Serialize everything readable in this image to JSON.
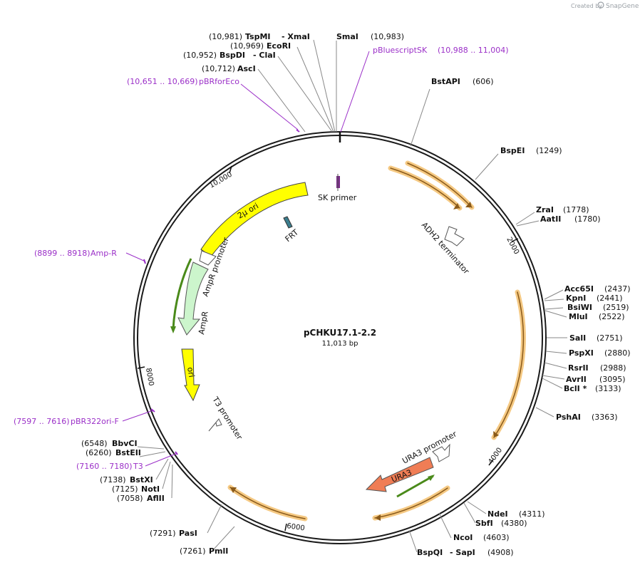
{
  "credit": {
    "prefix": "Created by",
    "brand": "SnapGene"
  },
  "plasmid": {
    "name": "pCHKU17.1-2.2",
    "length": "11,013 bp"
  },
  "ruler": [
    "10,000",
    "2000",
    "4000",
    "6000",
    "8000"
  ],
  "sites": [
    {
      "id": "tspmi",
      "pos": "(10,981)",
      "name": "TspMI",
      "suffix": "- XmaI"
    },
    {
      "id": "ecori",
      "pos": "(10,969)",
      "name": "EcoRI",
      "suffix": ""
    },
    {
      "id": "bspdi",
      "pos": "(10,952)",
      "name": "BspDI",
      "suffix": "- ClaI"
    },
    {
      "id": "asci",
      "pos": "(10,712)",
      "name": "AscI",
      "suffix": ""
    },
    {
      "id": "smai",
      "name": "SmaI",
      "pos": "(10,983)"
    },
    {
      "id": "bstapi",
      "name": "BstAPI",
      "pos": "(606)"
    },
    {
      "id": "bspei",
      "name": "BspEI",
      "pos": "(1249)"
    },
    {
      "id": "zrai",
      "name": "ZraI",
      "pos": "(1778)"
    },
    {
      "id": "aatii",
      "name": "AatII",
      "pos": "(1780)"
    },
    {
      "id": "acc65i",
      "name": "Acc65I",
      "pos": "(2437)"
    },
    {
      "id": "kpni",
      "name": "KpnI",
      "pos": "(2441)"
    },
    {
      "id": "bsiwi",
      "name": "BsiWI",
      "pos": "(2519)"
    },
    {
      "id": "mlui",
      "name": "MluI",
      "pos": "(2522)"
    },
    {
      "id": "sali",
      "name": "SalI",
      "pos": "(2751)"
    },
    {
      "id": "pspxi",
      "name": "PspXI",
      "pos": "(2880)"
    },
    {
      "id": "rsrii",
      "name": "RsrII",
      "pos": "(2988)"
    },
    {
      "id": "avrii",
      "name": "AvrII",
      "pos": "(3095)"
    },
    {
      "id": "bcli",
      "name": "BclI *",
      "pos": "(3133)"
    },
    {
      "id": "pshai",
      "name": "PshAI",
      "pos": "(3363)"
    },
    {
      "id": "ndei",
      "name": "NdeI",
      "pos": "(4311)"
    },
    {
      "id": "sbfi",
      "name": "SbfI",
      "pos": "(4380)"
    },
    {
      "id": "ncoi",
      "name": "NcoI",
      "pos": "(4603)"
    },
    {
      "id": "bspqi",
      "name": "BspQI",
      "suffix": "- SapI",
      "pos": "(4908)"
    },
    {
      "id": "bstxi",
      "pos": "(7138)",
      "name": "BstXI"
    },
    {
      "id": "noti",
      "pos": "(7125)",
      "name": "NotI"
    },
    {
      "id": "aflii",
      "pos": "(7058)",
      "name": "AflII"
    },
    {
      "id": "pasi",
      "pos": "(7291)",
      "name": "PasI"
    },
    {
      "id": "pmli",
      "pos": "(7261)",
      "name": "PmlI"
    },
    {
      "id": "bbvci",
      "pos": "(6548)",
      "name": "BbvCI"
    },
    {
      "id": "bsteii",
      "pos": "(6260)",
      "name": "BstEII"
    }
  ],
  "primers": [
    {
      "id": "pbluescriptsk",
      "pos": "(10,988 .. 11,004)",
      "name": "pBluescriptSK"
    },
    {
      "id": "pbrforeco",
      "pos": "(10,651 .. 10,669)",
      "name": "pBRforEco"
    },
    {
      "id": "ampr-primer",
      "pos": "(8899 .. 8918)",
      "name": "Amp-R"
    },
    {
      "id": "pbr322ori",
      "pos": "(7597 .. 7616)",
      "name": "pBR322ori-F"
    },
    {
      "id": "t3",
      "pos": "(7160 .. 7180)",
      "name": "T3"
    }
  ],
  "features": {
    "sk_primer": "SK primer",
    "frt": "FRT",
    "adh2": "ADH2 terminator",
    "two_micron": "2µ ori",
    "ampr_promoter": "AmpR promoter",
    "ampr": "AmpR",
    "ori": "ori",
    "t3_promoter": "T3 promoter",
    "ura3_promoter": "URA3 promoter",
    "ura3": "URA3"
  },
  "colors": {
    "backbone": "#1a1a1a",
    "purple": "#9b30c8",
    "orf_fill": "#f5c983",
    "orf_line": "#8a5a1a",
    "yellow": "#ffff00",
    "ampr_fill": "#ccf5cc",
    "green_arrow": "#4a8a1a",
    "ura3_fill": "#f07d55",
    "frt_fill": "#3c7e8e",
    "sk_fill": "#7a2a8a"
  }
}
